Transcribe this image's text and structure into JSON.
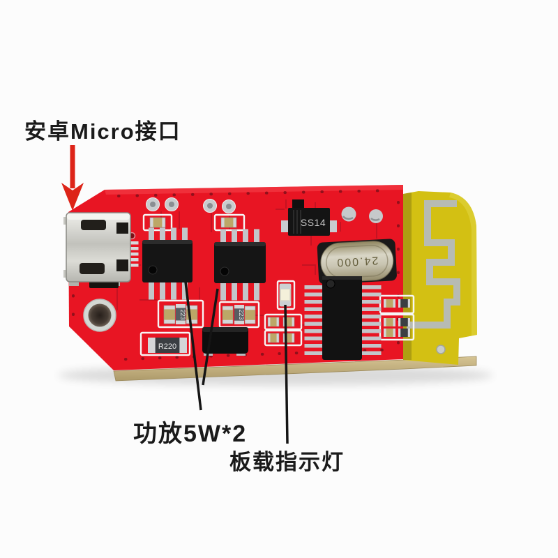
{
  "annotations": {
    "usb_port_label": "安卓Micro接口",
    "amplifier_label": "功放5W*2",
    "indicator_led_label": "板载指示灯"
  },
  "board_markings": {
    "diode": "SS14",
    "crystal": "24.000",
    "resistor_r220": "R220",
    "resistor_223_left": "223",
    "resistor_223_right": "223"
  },
  "colors": {
    "pcb_red": "#e81523",
    "pcb_trace_red": "#c01322",
    "antenna_yellow": "#d3c013",
    "antenna_trace_silver": "#b7bbb3",
    "board_edge_tan": "#c7b482",
    "chip_black": "#151515",
    "arrow_red": "#dd2418",
    "annotation_line": "#151515",
    "label_text": "#1a1a1a",
    "background": "#fcfcfc"
  }
}
